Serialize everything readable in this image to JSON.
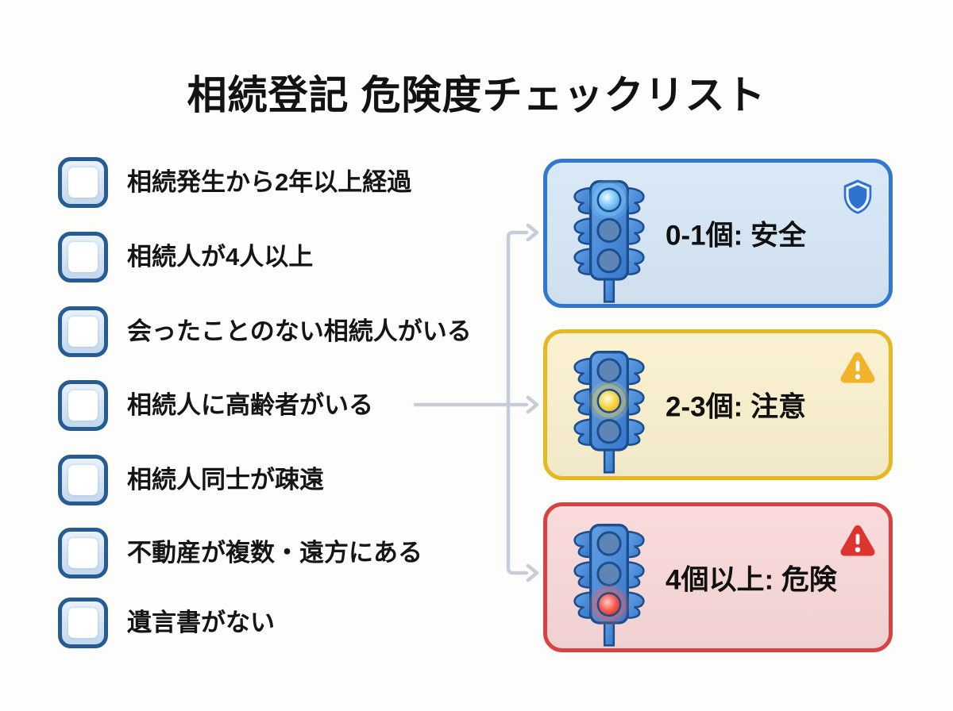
{
  "title": "相続登記 危険度チェックリスト",
  "checklist": {
    "items": [
      {
        "label": "相続発生から2年以上経過",
        "checked": false
      },
      {
        "label": "相続人が4人以上",
        "checked": false
      },
      {
        "label": "会ったことのない相続人がいる",
        "checked": false
      },
      {
        "label": "相続人に高齢者がいる",
        "checked": false
      },
      {
        "label": "相続人同士が疎遠",
        "checked": false
      },
      {
        "label": "不動産が複数・遠方にある",
        "checked": false
      },
      {
        "label": "遺言書がない",
        "checked": false
      }
    ],
    "checkbox_border_color": "#265c93"
  },
  "results": [
    {
      "label": "0-1個: 安全",
      "level": "safe",
      "corner_icon": "shield-icon",
      "active_light": "top",
      "accent": "#3179ce",
      "background": "#d9e9f8",
      "light_color": "#7fd0ff"
    },
    {
      "label": "2-3個: 注意",
      "level": "caution",
      "corner_icon": "warning-triangle-icon",
      "active_light": "middle",
      "accent": "#e7b71f",
      "background": "#fbf2d2",
      "light_color": "#ffd84d"
    },
    {
      "label": "4個以上: 危険",
      "level": "danger",
      "corner_icon": "alert-triangle-icon",
      "active_light": "bottom",
      "accent": "#d74343",
      "background": "#fadbdb",
      "light_color": "#ff6257"
    }
  ],
  "connector": {
    "color": "#c6cdd8"
  }
}
